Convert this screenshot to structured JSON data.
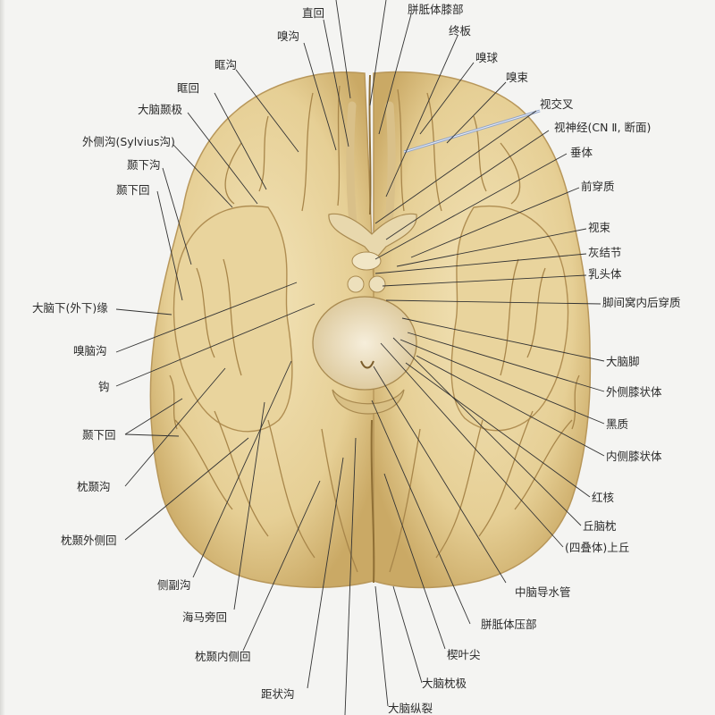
{
  "labels": {
    "corpus_callosum_genu": "胼胝体膝部",
    "gyrus_rectus": "直回",
    "olfactory_sulcus": "嗅沟",
    "lamina_terminalis": "终板",
    "olfactory_bulb": "嗅球",
    "orbital_sulcus": "眶沟",
    "olfactory_tract": "嗅束",
    "orbital_gyrus": "眶回",
    "optic_chiasm": "视交叉",
    "temporal_pole": "大脑颞极",
    "optic_nerve": "视神经(CN Ⅱ, 断面)",
    "lateral_sulcus": "外侧沟(Sylvius沟)",
    "hypophysis": "垂体",
    "inferior_temporal_sulcus": "颞下沟",
    "anterior_perforated_substance": "前穿质",
    "inferior_temporal_gyrus_top": "颞下回",
    "optic_tract": "视束",
    "tuber_cinereum": "灰结节",
    "mammillary_body": "乳头体",
    "inferolateral_margin": "大脑下(外下)缘",
    "posterior_perforated_substance": "脚间窝内后穿质",
    "rhinal_sulcus": "嗅脑沟",
    "cerebral_peduncle": "大脑脚",
    "uncus": "钩",
    "lateral_geniculate_body": "外侧膝状体",
    "substantia_nigra": "黑质",
    "inferior_temporal_gyrus_bottom": "颞下回",
    "medial_geniculate_body": "内侧膝状体",
    "occipitotemporal_sulcus": "枕颞沟",
    "red_nucleus": "红核",
    "pulvinar": "丘脑枕",
    "lateral_occipitotemporal_gyrus": "枕颞外侧回",
    "superior_colliculus": "(四叠体)上丘",
    "collateral_sulcus": "侧副沟",
    "cerebral_aqueduct": "中脑导水管",
    "parahippocampal_gyrus": "海马旁回",
    "corpus_callosum_splenium": "胼胝体压部",
    "medial_occipitotemporal_gyrus": "枕颞内侧回",
    "cuneus_apex": "楔叶尖",
    "calcarine_sulcus": "距状沟",
    "occipital_pole": "大脑枕极",
    "longitudinal_fissure": "大脑纵裂"
  },
  "colors": {
    "background": "#f4f4f2",
    "brain_fill": "#ead7a4",
    "brain_shadow": "#c9ab6b",
    "sulcus_line": "#a8864a",
    "midbrain": "#efe4c4",
    "leader_line": "#333333",
    "probe": "#8ea2c8"
  }
}
